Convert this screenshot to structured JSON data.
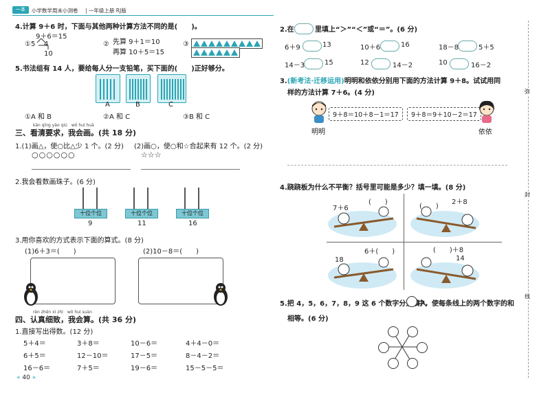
{
  "header": {
    "badge": "一本",
    "series": "小学数学周末小测卷",
    "grade": "一年级上册 RJ版"
  },
  "page_number": "40",
  "side_labels": [
    "弥",
    "封",
    "线"
  ],
  "left": {
    "q4": {
      "title": "4.计算 9＋6 时，下面与其他两种计算方法不同的是(　　)。",
      "opt1_eq": "9＋6＝15",
      "opt1_marks": "①5",
      "opt1_four": "4",
      "opt1_ten": "10",
      "opt2_line1": "先算 9＋1＝10",
      "opt2_line2": "再算 10＋5＝15",
      "opt2_mark": "②",
      "opt3_mark": "③"
    },
    "q5": {
      "title": "5.书法组有 14 人，要给每人分一支铅笔，买下面的(　　)正好够分。",
      "labels": [
        "A",
        "B",
        "C"
      ],
      "options": [
        "①A 和 B",
        "②A 和 C",
        "③B 和 C"
      ]
    },
    "sec3": {
      "pinyin": "kàn qīng yāo qiú　wǒ huì huà",
      "title": "三、看清要求，我会画。(共 18 分)",
      "q1_a": "1.(1)画△，使○比△少 1 个。(2 分)",
      "q1_b": "(2)画○，使○和☆合起来有 12 个。(2 分)",
      "circles": "○○○○○○",
      "stars": "☆☆☆",
      "q2": "2.我会看数画珠子。(6 分)",
      "abacus_ten": "十位",
      "abacus_one": "个位",
      "abacus_values": [
        "9",
        "11",
        "16"
      ],
      "q3": "3.用你喜欢的方式表示下面的算式。(8 分)",
      "q3_a": "(1)6＋3＝(　　)",
      "q3_b": "(2)10－8＝(　　)"
    },
    "sec4": {
      "pinyin": "rèn zhēn xì zhì　wǒ huì suàn",
      "title": "四、认真细致，我会算。(共 36 分)",
      "q1": "1.直接写出得数。(12 分)",
      "rows": [
        [
          "5＋4＝",
          "3＋8＝",
          "10－6＝",
          "4＋4－0＝"
        ],
        [
          "6＋5＝",
          "12－10＝",
          "17－5＝",
          "8－4－2＝"
        ],
        [
          "16－6＝",
          "7＋5＝",
          "19－6＝",
          "15－5－5＝"
        ]
      ]
    }
  },
  "right": {
    "q2": {
      "title_a": "2.在",
      "title_b": "里填上“＞”“＜”或“＝”。(6 分)",
      "rows": [
        [
          [
            "6＋9",
            "13"
          ],
          [
            "10＋6",
            "16"
          ],
          [
            "18－8",
            "5＋5"
          ]
        ],
        [
          [
            "14－3",
            "15"
          ],
          [
            "12",
            "14－2"
          ],
          [
            "10",
            "16－2"
          ]
        ]
      ]
    },
    "q3": {
      "tag": "(新考法·迁移运用)",
      "title": "明明和依依分别用下面的方法计算 9＋8。试试用同",
      "title2": "样的方法计算 7＋6。(4 分)",
      "mingming_eq": "9＋8＝10＋8－1＝17",
      "yiyi_eq": "9＋8＝9＋10－2＝17",
      "mingming": "明明",
      "yiyi": "依依"
    },
    "q4": {
      "title": "4.跷跷板为什么不平衡？括号里可能是多少？填一填。(8 分)",
      "s1_left": "7＋6",
      "s1_right": "(　　)",
      "s2_left": "(　　)",
      "s2_right": "2＋8",
      "s3_left": "18",
      "s3_right": "6＋(　　)",
      "s4_left": "(　　)＋8",
      "s4_right": "14"
    },
    "q5": {
      "title_a": "5.把 4，5，6，7，8，9 这 6 个数字分别填入",
      "title_b": "中，使每条线上的两个数字的和",
      "title2": "相等。(6 分)"
    }
  }
}
